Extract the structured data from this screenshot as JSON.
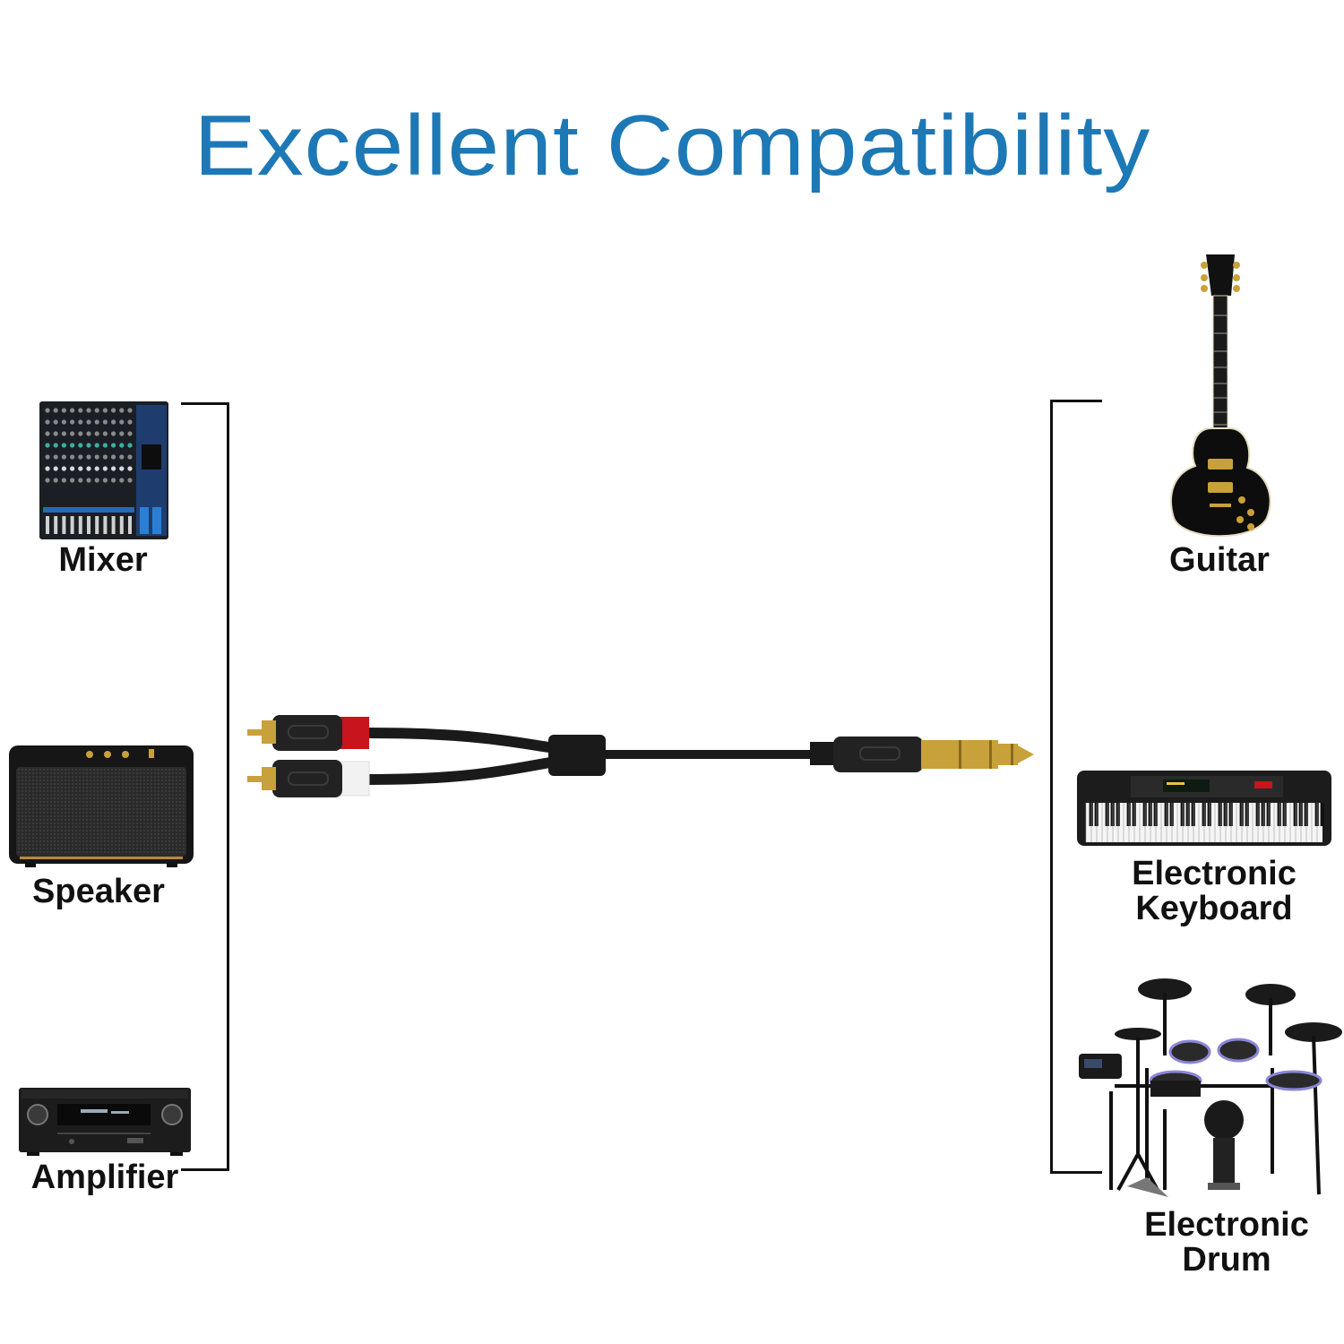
{
  "title": "Excellent Compatibility",
  "left_devices": [
    {
      "label": "Mixer",
      "icon": "mixer-icon"
    },
    {
      "label": "Speaker",
      "icon": "speaker-icon"
    },
    {
      "label": "Amplifier",
      "icon": "amplifier-icon"
    }
  ],
  "right_devices": [
    {
      "label": "Guitar",
      "icon": "guitar-icon"
    },
    {
      "label": "Electronic\nKeyboard",
      "icon": "keyboard-icon"
    },
    {
      "label": "Electronic\nDrum",
      "icon": "drum-kit-icon"
    }
  ],
  "cable": {
    "icon": "rca-to-quarter-inch-cable-icon",
    "colors": {
      "red": "#c8141c",
      "white": "#f2f2f2",
      "gold": "#c9a13a",
      "black": "#1a1a1a"
    }
  },
  "colors": {
    "title": "#1d78b6",
    "text": "#111111"
  }
}
